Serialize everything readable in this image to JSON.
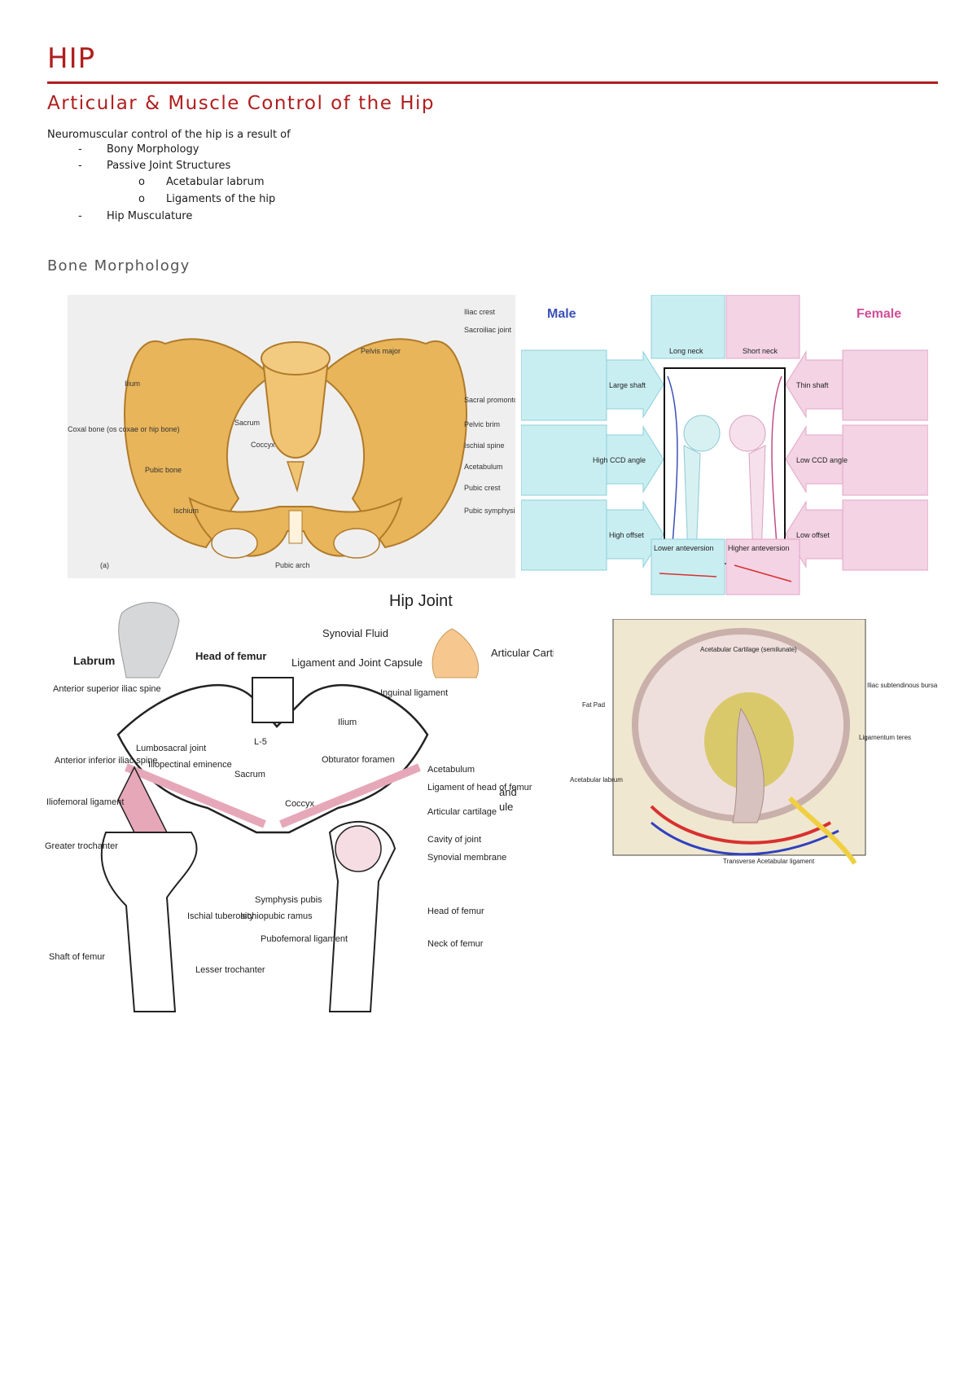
{
  "document": {
    "title": "HIP",
    "subtitle": "Articular & Muscle Control of the Hip",
    "intro": "Neuromuscular control of the hip is a result of",
    "bullet_marker": "-",
    "sub_marker": "o",
    "list": [
      {
        "label": "Bony Morphology"
      },
      {
        "label": "Passive Joint Structures",
        "children": [
          "Acetabular labrum",
          "Ligaments of the hip"
        ]
      },
      {
        "label": "Hip Musculature"
      }
    ],
    "section_heading": "Bone Morphology"
  },
  "figure_pelvis": {
    "labels": {
      "iliac_crest": "Iliac crest",
      "sacroiliac_joint": "Sacroiliac joint",
      "pelvis_major": "Pelvis major",
      "ilium": "Ilium",
      "sacral_promontory": "Sacral promontory",
      "coxal_bone": "Coxal bone (os coxae or hip bone)",
      "sacrum": "Sacrum",
      "pelvic_brim": "Pelvic brim",
      "coccyx": "Coccyx",
      "ischial_spine": "Ischial spine",
      "pubic_bone": "Pubic bone",
      "acetabulum": "Acetabulum",
      "pubic_crest": "Pubic crest",
      "ischium": "Ischium",
      "pubic_symphysis": "Pubic symphysis",
      "pubic_arch": "Pubic arch",
      "panel_letter": "(a)"
    }
  },
  "figure_sex_diff": {
    "male": "Male",
    "female": "Female",
    "labels": {
      "long_neck": "Long neck",
      "short_neck": "Short neck",
      "large_shaft": "Large shaft",
      "thin_shaft": "Thin shaft",
      "high_ccd": "High CCD angle",
      "low_ccd": "Low CCD angle",
      "high_offset": "High offset",
      "low_offset": "Low offset",
      "lower_anteversion": "Lower anteversion",
      "higher_anteversion": "Higher anteversion"
    },
    "colors": {
      "male": "#c9eef2",
      "female": "#f3d3e4",
      "male_border": "#8ad0da",
      "female_border": "#e3a6c8",
      "arrow_male": "#3a4fb8",
      "arrow_female": "#c04d8a"
    }
  },
  "figure_hip_joint": {
    "title": "Hip Joint",
    "labels": {
      "labrum": "Labrum",
      "head_of_femur_top": "Head of femur",
      "synovial_fluid": "Synovial Fluid",
      "ligament_capsule": "Ligament and Joint Capsule",
      "articular_cartilage_top": "Articular Cartilage",
      "asis": "Anterior superior iliac spine",
      "inguinal_ligament": "Inguinal ligament",
      "ilium": "Ilium",
      "l5": "L-5",
      "lumbosacral_joint": "Lumbosacral joint",
      "aiis": "Anterior inferior iliac spine",
      "iliopectinal_eminence": "Iliopectinal eminence",
      "sacrum": "Sacrum",
      "obturator_foramen": "Obturator foramen",
      "acetabulum": "Acetabulum",
      "ligament_head_femur": "Ligament of head of femur",
      "iliofemoral_ligament": "Iliofemoral ligament",
      "coccyx": "Coccyx",
      "articular_cartilage": "Articular cartilage",
      "greater_trochanter": "Greater trochanter",
      "cavity_of_joint": "Cavity of joint",
      "synovial_membrane": "Synovial membrane",
      "symphysis_pubis": "Symphysis pubis",
      "head_of_femur": "Head of femur",
      "ischial_tuberosity": "Ischial tuberosity",
      "ischiopubic_ramus": "Ischiopubic ramus",
      "pubofemoral_ligament": "Pubofemoral ligament",
      "neck_of_femur": "Neck of femur",
      "shaft_of_femur": "Shaft of femur",
      "lesser_trochanter": "Lesser trochanter",
      "and_frag": "and",
      "ule_frag": "ule"
    }
  },
  "figure_acetabulum": {
    "labels": {
      "acetabular_cartilage": "Acetabular Cartilage (semilunate)",
      "iliac_bursa": "Iliac subtendinous bursa",
      "fat_pad": "Fat Pad",
      "ligamentum_teres": "Ligamentum teres",
      "acetabular_labrum": "Acetabular labrum",
      "transverse_ligament": "Transverse Acetabular ligament"
    }
  }
}
